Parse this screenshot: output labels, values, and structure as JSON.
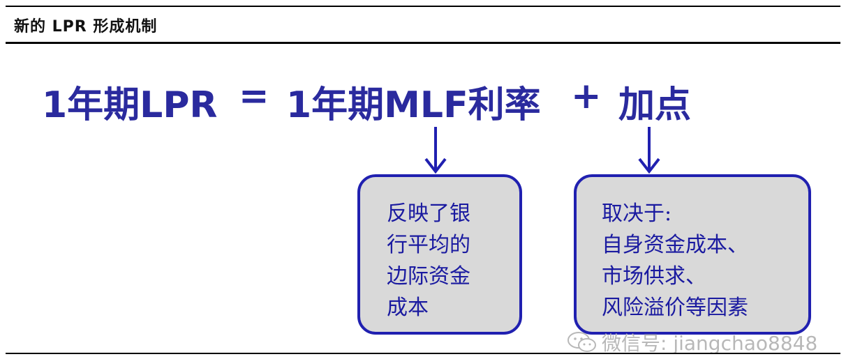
{
  "header": {
    "title": "新的 LPR 形成机制"
  },
  "formula": {
    "left": "1年期LPR",
    "equals": "=",
    "term1": "1年期MLF利率",
    "plus": "+",
    "term2": "加点"
  },
  "boxes": {
    "mlf": {
      "lines": [
        "反映了银",
        "行平均的",
        "边际资金",
        "成本"
      ]
    },
    "spread": {
      "lines": [
        "取决于:",
        "自身资金成本、",
        "市场供求、",
        "风险溢价等因素"
      ]
    }
  },
  "watermark": {
    "icon": "wechat-icon",
    "text": "微信号: jiangchao8848"
  },
  "colors": {
    "formula": "#2a2a9e",
    "box_border": "#2020b0",
    "box_fill": "#d9d9d9",
    "box_text": "#1a1aa0"
  }
}
